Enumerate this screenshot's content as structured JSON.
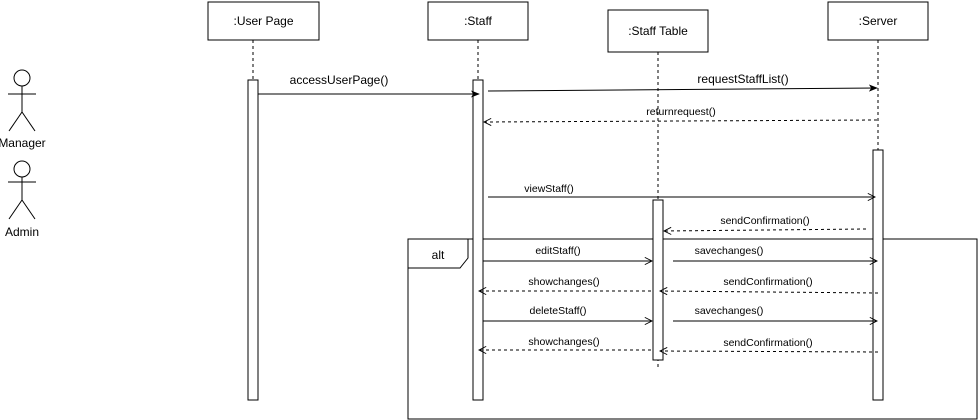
{
  "actors": [
    {
      "id": "manager",
      "label": "Manager",
      "icon": "stick-figure-icon"
    },
    {
      "id": "admin",
      "label": "Admin",
      "icon": "stick-figure-icon"
    }
  ],
  "lifelines": [
    {
      "id": "userpage",
      "label": ":User Page"
    },
    {
      "id": "staff",
      "label": ":Staff"
    },
    {
      "id": "stafftable",
      "label": ":Staff Table"
    },
    {
      "id": "server",
      "label": ":Server"
    }
  ],
  "frame": {
    "label": "alt"
  },
  "messages": [
    {
      "id": "m1",
      "label": "accessUserPage()",
      "from": "userpage",
      "to": "staff",
      "type": "sync"
    },
    {
      "id": "m2",
      "label": "requestStaffList()",
      "from": "staff",
      "to": "server",
      "type": "sync"
    },
    {
      "id": "m3",
      "label": "returnrequest()",
      "from": "server",
      "to": "staff",
      "type": "return"
    },
    {
      "id": "m4",
      "label": "viewStaff()",
      "from": "staff",
      "to": "server",
      "type": "sync"
    },
    {
      "id": "m5",
      "label": "sendConfirmation()",
      "from": "server",
      "to": "stafftable",
      "type": "return"
    },
    {
      "id": "m6",
      "label": "editStaff()",
      "from": "staff",
      "to": "stafftable",
      "type": "sync"
    },
    {
      "id": "m7",
      "label": "savechanges()",
      "from": "stafftable",
      "to": "server",
      "type": "sync"
    },
    {
      "id": "m8",
      "label": "showchanges()",
      "from": "stafftable",
      "to": "staff",
      "type": "return"
    },
    {
      "id": "m9",
      "label": "sendConfirmation()",
      "from": "server",
      "to": "stafftable",
      "type": "return"
    },
    {
      "id": "m10",
      "label": "deleteStaff()",
      "from": "staff",
      "to": "stafftable",
      "type": "sync"
    },
    {
      "id": "m11",
      "label": "savechanges()",
      "from": "stafftable",
      "to": "server",
      "type": "sync"
    },
    {
      "id": "m12",
      "label": "showchanges()",
      "from": "stafftable",
      "to": "staff",
      "type": "return"
    },
    {
      "id": "m13",
      "label": "sendConfirmation()",
      "from": "server",
      "to": "stafftable",
      "type": "return"
    }
  ]
}
